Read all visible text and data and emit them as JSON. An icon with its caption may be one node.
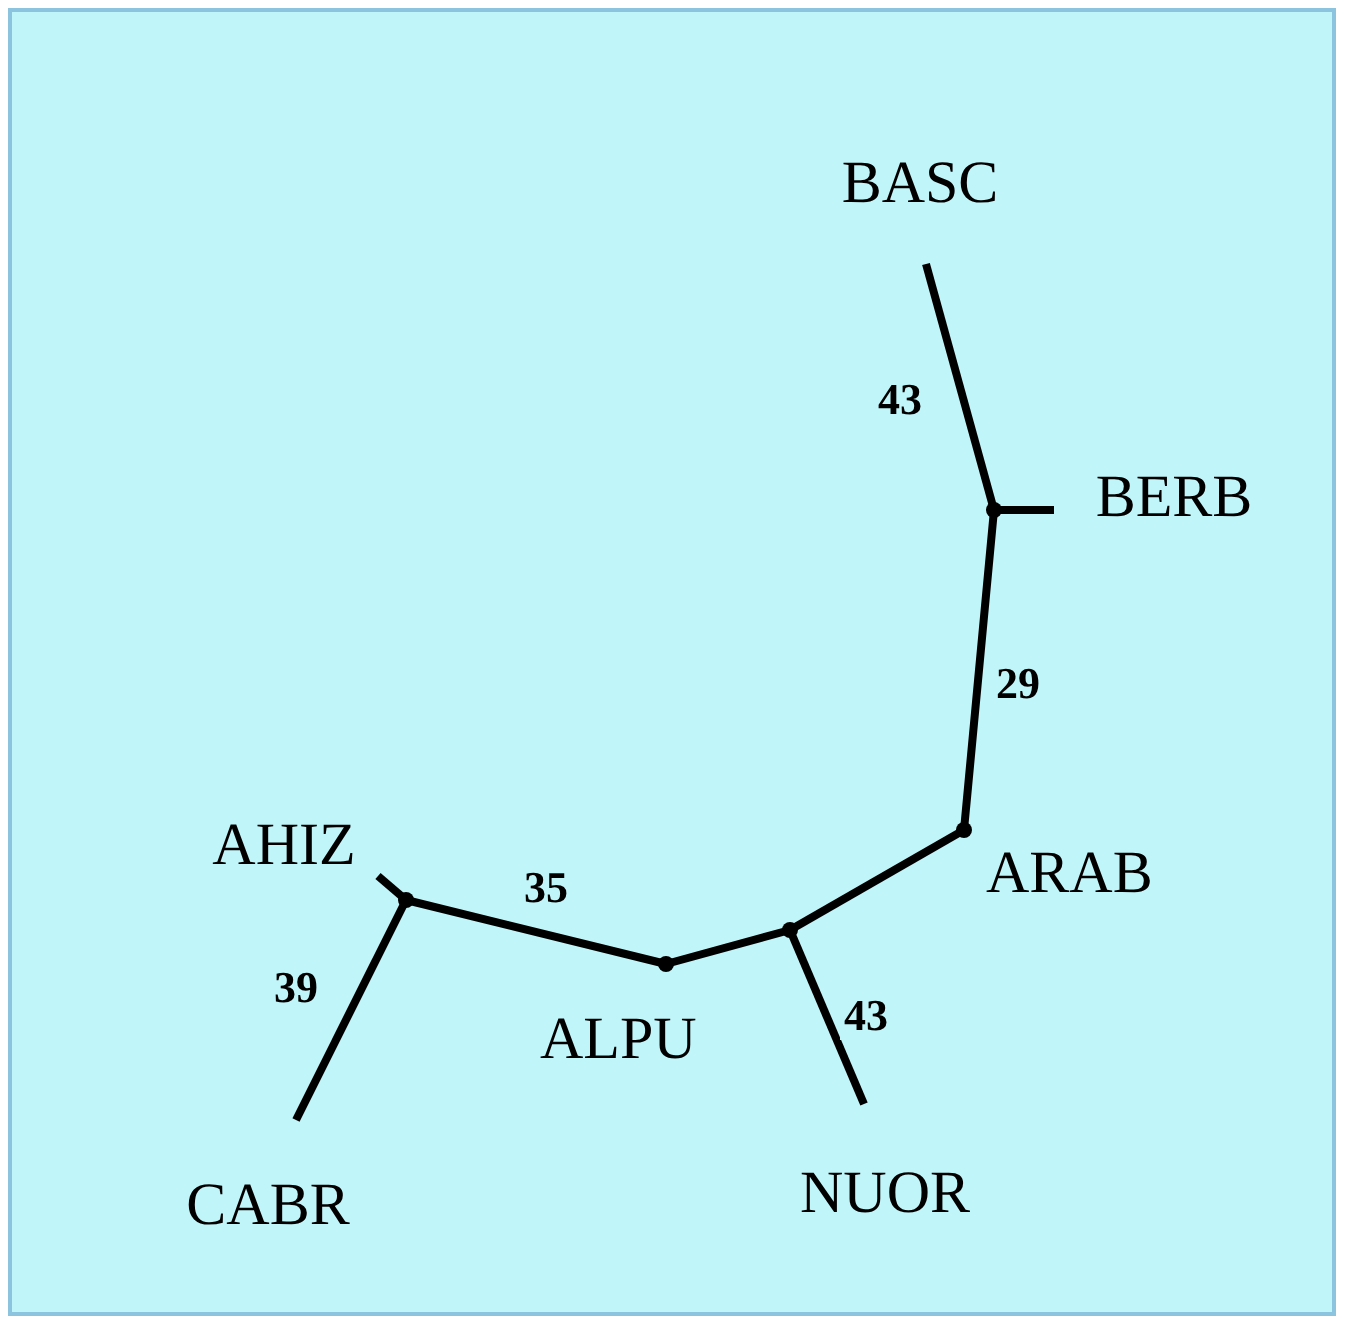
{
  "diagram": {
    "nodes": [
      {
        "text": [
          "BASC"
        ]
      },
      {
        "text": [
          "BERB"
        ]
      },
      {
        "text": [],
        "shape": "point"
      },
      {
        "text": [],
        "shape": "point",
        "beside": [
          "ARAB"
        ]
      },
      {
        "text": [
          "AHIZ"
        ]
      },
      {
        "text": [],
        "shape": "point"
      },
      {
        "text": [],
        "shape": "point"
      },
      {
        "text": [],
        "shape": "point",
        "beside": [
          "ALPU"
        ]
      },
      {
        "text": [
          "NUOR"
        ]
      },
      {
        "text": [
          "CABR"
        ]
      }
    ],
    "edges": [
      {
        "from": 0,
        "to": 2,
        "arrow": "none",
        "label": "43"
      },
      {
        "from": 2,
        "to": 1,
        "arrow": "none"
      },
      {
        "from": 2,
        "to": 3,
        "arrow": "none",
        "label": "29"
      },
      {
        "from": 3,
        "to": 6,
        "arrow": "none"
      },
      {
        "from": 6,
        "to": 8,
        "arrow": "none",
        "label": "43"
      },
      {
        "from": 6,
        "to": 7,
        "arrow": "none"
      },
      {
        "from": 7,
        "to": 5,
        "arrow": "none",
        "label": "35"
      },
      {
        "from": 5,
        "to": 4,
        "arrow": "none"
      },
      {
        "from": 5,
        "to": 9,
        "arrow": "none",
        "label": "39"
      }
    ]
  }
}
